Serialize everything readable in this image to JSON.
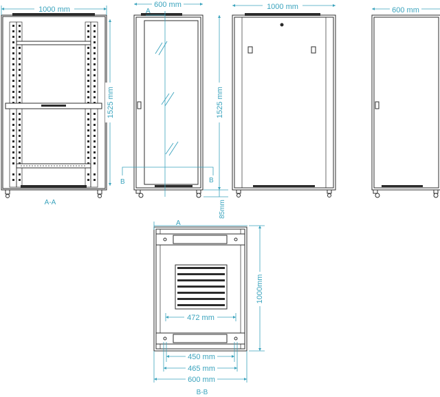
{
  "front_section": {
    "width_label": "1000 mm",
    "height_label": "1525 mm",
    "view_label": "A-A"
  },
  "side_glass": {
    "width_label": "600 mm",
    "height_label": "1525 mm",
    "section_mark_a": "A",
    "section_mark_b_left": "B",
    "section_mark_b_right": "B",
    "foot_label": "85mm"
  },
  "back_view": {
    "width_label": "1000 mm"
  },
  "side_solid": {
    "width_label": "600 mm"
  },
  "plan_view": {
    "section_mark_a": "A",
    "depth_label": "1000mm",
    "dim_472": "472 mm",
    "dim_450": "450 mm",
    "dim_465": "465 mm",
    "dim_600": "600 mm",
    "view_label": "B-B"
  }
}
